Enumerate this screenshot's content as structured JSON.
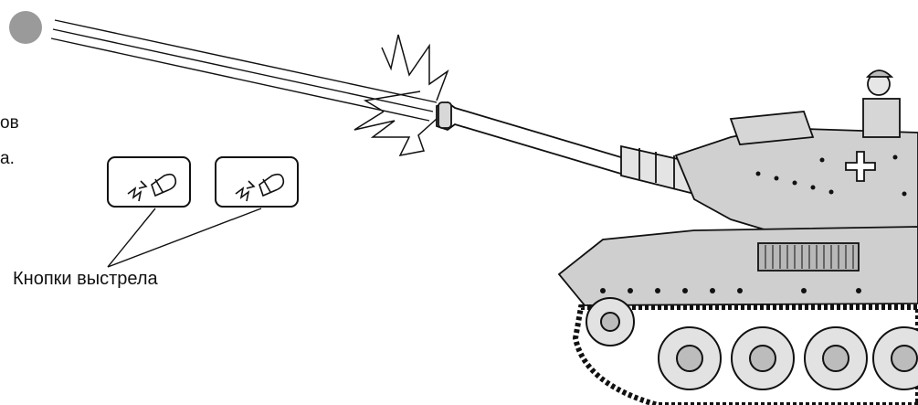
{
  "labels": {
    "left_fragment_1": "ов",
    "left_fragment_2": "а.",
    "fire_buttons_caption": "Кнопки выстрела"
  },
  "icons": {
    "fire_button_1": "bullet-fire-icon",
    "fire_button_2": "bullet-fire-icon"
  },
  "colors": {
    "line": "#111111",
    "shell": "#9a9a9a",
    "tank_fill": "#d0d0d0"
  }
}
